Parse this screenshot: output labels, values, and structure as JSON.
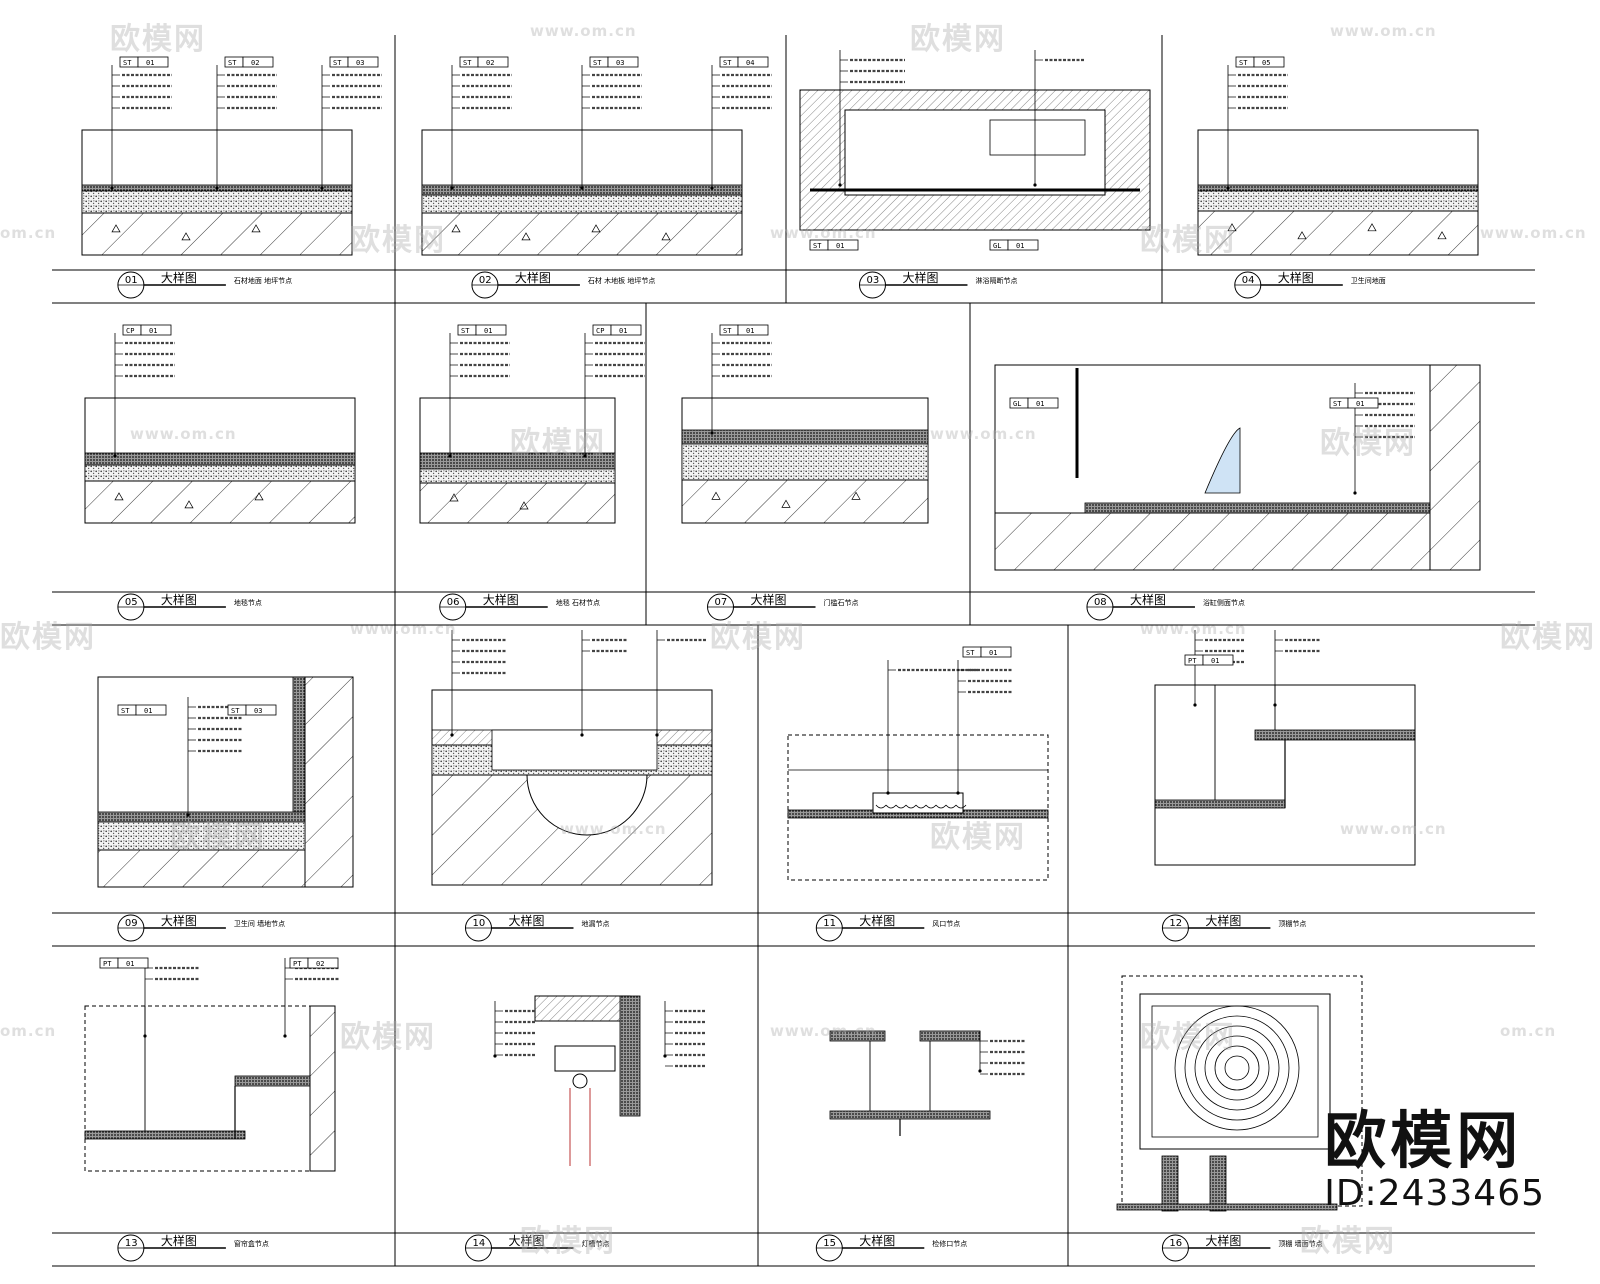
{
  "watermarks": {
    "brand_text": "欧模网",
    "url_text": "www.om.cn",
    "domain_fragment": "om.cn"
  },
  "brand": {
    "logo": "欧模网",
    "id": "ID:2433465"
  },
  "sheet": {
    "caption_title": "大样图",
    "accent_color": "#000000",
    "details": [
      {
        "num": "01",
        "sub": "石材地面 地坪节点",
        "tags": [
          "ST-01",
          "ST-02",
          "ST-03"
        ]
      },
      {
        "num": "02",
        "sub": "石材 木地板 地坪节点",
        "tags": [
          "ST-02",
          "ST-03",
          "ST-04"
        ]
      },
      {
        "num": "03",
        "sub": "淋浴隔断节点",
        "tags": [
          "ST-01",
          "GL-01"
        ]
      },
      {
        "num": "04",
        "sub": "卫生间地面",
        "tags": [
          "ST-05"
        ]
      },
      {
        "num": "05",
        "sub": "地毯节点",
        "tags": [
          "CP-01"
        ]
      },
      {
        "num": "06",
        "sub": "地毯 石材节点",
        "tags": [
          "ST-01",
          "CP-01"
        ]
      },
      {
        "num": "07",
        "sub": "门槛石节点",
        "tags": [
          "ST-01"
        ]
      },
      {
        "num": "08",
        "sub": "浴缸侧面节点",
        "tags": [
          "GL-01",
          "ST-01"
        ]
      },
      {
        "num": "09",
        "sub": "卫生间 墙地节点",
        "tags": [
          "ST-01",
          "ST-03"
        ]
      },
      {
        "num": "10",
        "sub": "地漏节点",
        "tags": []
      },
      {
        "num": "11",
        "sub": "风口节点",
        "tags": [
          "ST-01"
        ]
      },
      {
        "num": "12",
        "sub": "顶棚节点",
        "tags": [
          "PT-01"
        ]
      },
      {
        "num": "13",
        "sub": "窗帘盒节点",
        "tags": [
          "PT-01",
          "PT-02"
        ]
      },
      {
        "num": "14",
        "sub": "灯槽节点",
        "tags": []
      },
      {
        "num": "15",
        "sub": "检修口节点",
        "tags": []
      },
      {
        "num": "16",
        "sub": "顶棚 墙面节点",
        "tags": []
      }
    ]
  }
}
